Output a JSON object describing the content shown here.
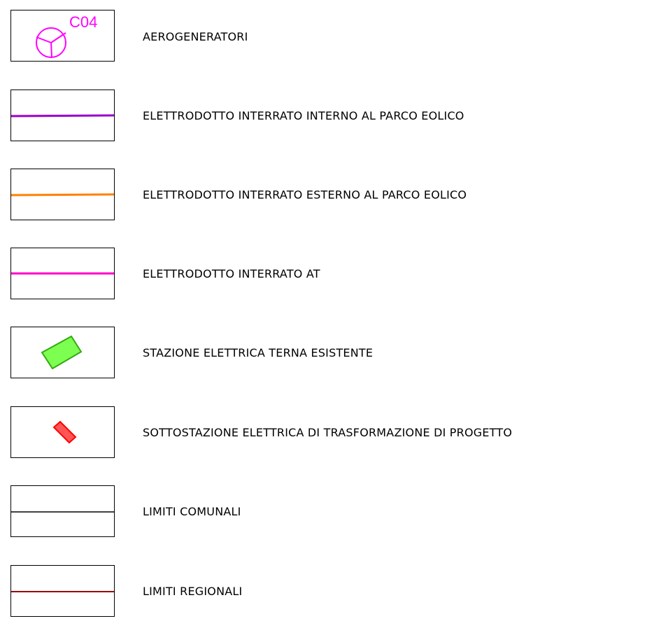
{
  "legend": {
    "items": [
      {
        "key": "aerogeneratori",
        "label": "AEROGENERATORI",
        "symbol": "wind-turbine",
        "code": "C04",
        "color": "#ff00ff"
      },
      {
        "key": "elettrodotto-interno",
        "label": "ELETTRODOTTO INTERRATO INTERNO AL PARCO EOLICO",
        "symbol": "line",
        "color": "#9900cc"
      },
      {
        "key": "elettrodotto-esterno",
        "label": "ELETTRODOTTO INTERRATO ESTERNO AL PARCO EOLICO",
        "symbol": "line",
        "color": "#ff8000"
      },
      {
        "key": "elettrodotto-at",
        "label": "ELETTRODOTTO INTERRATO AT",
        "symbol": "line",
        "color": "#ff00cc"
      },
      {
        "key": "stazione-terna",
        "label": "STAZIONE ELETTRICA TERNA ESISTENTE",
        "symbol": "green-rectangle",
        "color": "#66ff33"
      },
      {
        "key": "sottostazione",
        "label": "SOTTOSTAZIONE ELETTRICA DI TRASFORMAZIONE DI PROGETTO",
        "symbol": "red-rectangle",
        "color": "#ff3333"
      },
      {
        "key": "limiti-comunali",
        "label": "LIMITI COMUNALI",
        "symbol": "line",
        "color": "#000000"
      },
      {
        "key": "limiti-regionali",
        "label": "LIMITI REGIONALI",
        "symbol": "line",
        "color": "#990000"
      }
    ]
  }
}
